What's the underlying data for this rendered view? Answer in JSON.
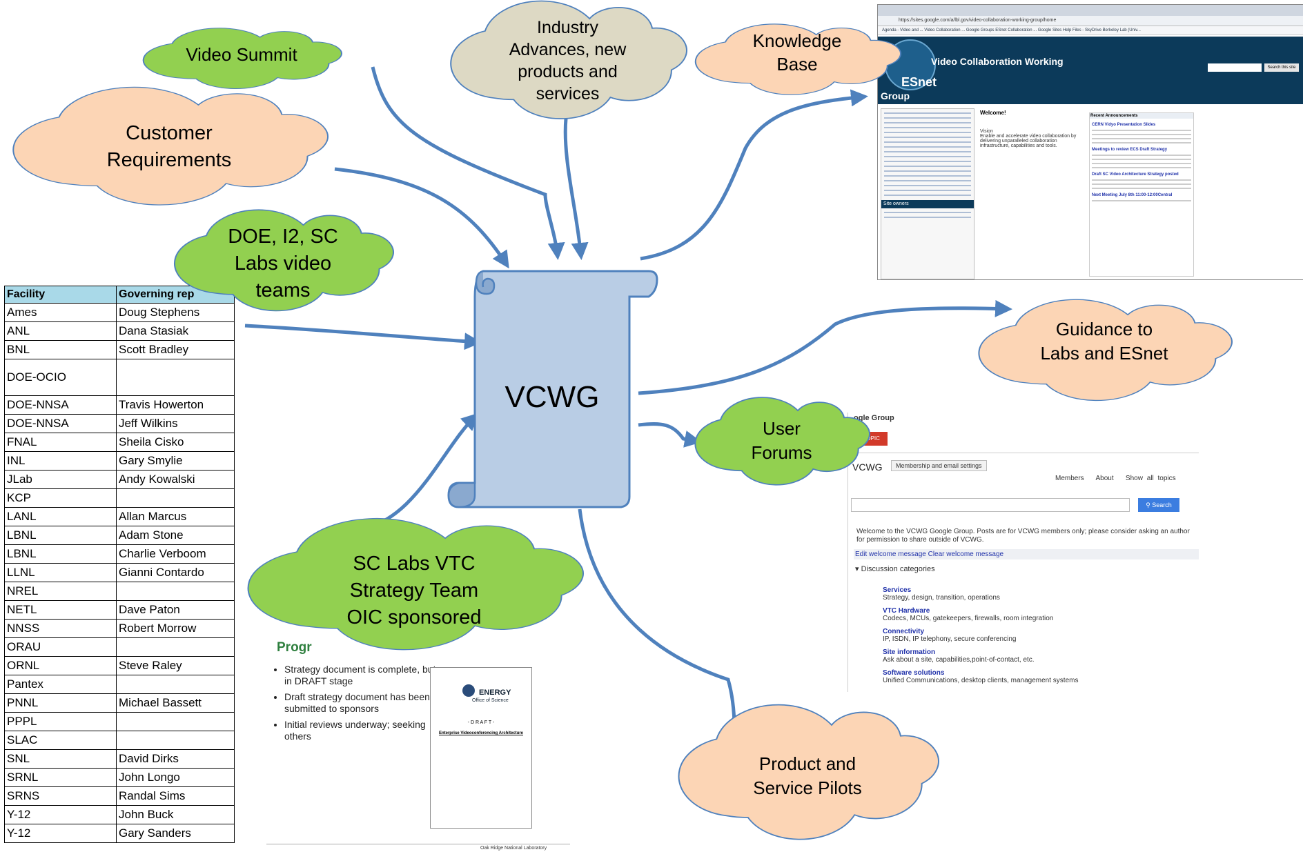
{
  "center": {
    "label": "VCWG"
  },
  "clouds": {
    "video_summit": [
      "Video Summit"
    ],
    "industry": [
      "Industry",
      "Advances, new",
      "products and",
      "services"
    ],
    "knowledge_base": [
      "Knowledge",
      "Base"
    ],
    "customer_requirements": [
      "Customer",
      "Requirements"
    ],
    "doe_i2_sc": [
      "DOE, I2, SC",
      "Labs video",
      "teams"
    ],
    "guidance": [
      "Guidance to",
      "Labs and ESnet"
    ],
    "user_forums": [
      "User",
      "Forums"
    ],
    "sc_labs": [
      "SC Labs VTC",
      "Strategy Team",
      "OIC sponsored"
    ],
    "pilots": [
      "Product and",
      "Service Pilots"
    ]
  },
  "colors": {
    "green_cloud": "#92d050",
    "peach_cloud": "#fcd5b5",
    "gray_cloud": "#ddd9c4",
    "scroll_fill": "#b9cde5",
    "arrow": "#4f81bd",
    "table_header": "#a9d9e8"
  },
  "facility_table": {
    "headers": [
      "Facility",
      "Governing rep"
    ],
    "rows": [
      [
        "Ames",
        "Doug Stephens"
      ],
      [
        "ANL",
        "Dana Stasiak"
      ],
      [
        "BNL",
        "Scott Bradley"
      ],
      [
        "DOE-OCIO",
        ""
      ],
      [
        "DOE-NNSA",
        "Travis Howerton"
      ],
      [
        "DOE-NNSA",
        "Jeff Wilkins"
      ],
      [
        "FNAL",
        "Sheila Cisko"
      ],
      [
        "INL",
        "Gary Smylie"
      ],
      [
        "JLab",
        "Andy Kowalski"
      ],
      [
        "KCP",
        ""
      ],
      [
        "LANL",
        "Allan Marcus"
      ],
      [
        "LBNL",
        "Adam Stone"
      ],
      [
        "LBNL",
        "Charlie Verboom"
      ],
      [
        "LLNL",
        "Gianni Contardo"
      ],
      [
        "NREL",
        ""
      ],
      [
        "NETL",
        "Dave Paton"
      ],
      [
        "NNSS",
        "Robert Morrow"
      ],
      [
        "ORAU",
        ""
      ],
      [
        "ORNL",
        "Steve Raley"
      ],
      [
        "Pantex",
        ""
      ],
      [
        "PNNL",
        "Michael Bassett"
      ],
      [
        "PPPL",
        ""
      ],
      [
        "SLAC",
        ""
      ],
      [
        "SNL",
        "David Dirks"
      ],
      [
        "SRNL",
        "John Longo"
      ],
      [
        "SRNS",
        "Randal Sims"
      ],
      [
        "Y-12",
        "John Buck"
      ],
      [
        "Y-12",
        "Gary Sanders"
      ]
    ]
  },
  "sites_screenshot": {
    "address": "https://sites.google.com/a/lbl.gov/video-collaboration-working-group/home",
    "bookmarks": "Agenda - Video and ...   Video Collaboration ...   Google Groups   ESnet Collaboration ...   Google Sites Help   Files - SkyDrive   Berkeley Lab (Univ...",
    "title": "Video Collaboration Working",
    "group": "Group",
    "logo_text": "ESnet",
    "search_button": "Search this site",
    "site_owners": "Site owners",
    "welcome": "Welcome!",
    "vision": "Vision\nEnable and accelerate video collaboration by delivering unparalleled collaboration infrastructure, capabilities and tools.",
    "recent_announcements": "Recent Announcements",
    "announcements": [
      "CERN Vidyo Presentation Slides",
      "Meetings to review ECS Draft Strategy",
      "Draft SC Video Architecture Strategy posted",
      "Next Meeting July 8th 11:00-12:00Central"
    ]
  },
  "group_screenshot": {
    "header": "ogle Group",
    "new_topic": "W TOPIC",
    "name": "VCWG",
    "membership": "Membership and email settings",
    "links": "Members   About   Show all topics",
    "search": "Search",
    "welcome": "Welcome to the VCWG Google Group.   Posts are for VCWG members only; please consider asking an author for permission to share outside of VCWG.",
    "edit": "Edit welcome message Clear welcome message",
    "discussion": "Discussion categories",
    "categories": [
      {
        "name": "Services",
        "desc": "Strategy, design, transition, operations"
      },
      {
        "name": "VTC Hardware",
        "desc": "Codecs, MCUs, gatekeepers, firewalls, room integration"
      },
      {
        "name": "Connectivity",
        "desc": "IP, ISDN, IP telephony, secure conferencing"
      },
      {
        "name": "Site information",
        "desc": "Ask about a site, capabilities,point-of-contact, etc."
      },
      {
        "name": "Software solutions",
        "desc": "Unified Communications, desktop clients, management systems"
      }
    ]
  },
  "progress_slide": {
    "title": "Progr",
    "bullets": [
      "Strategy document is complete, but in DRAFT stage",
      "Draft strategy document has been submitted to sponsors",
      "Initial reviews underway; seeking others"
    ],
    "doc_agency": "ENERGY",
    "doc_office": "Office of Science",
    "doc_draft": "- D R A F T -",
    "doc_title": "Enterprise Videoconferencing Architecture",
    "footer": "Oak Ridge National Laboratory"
  }
}
